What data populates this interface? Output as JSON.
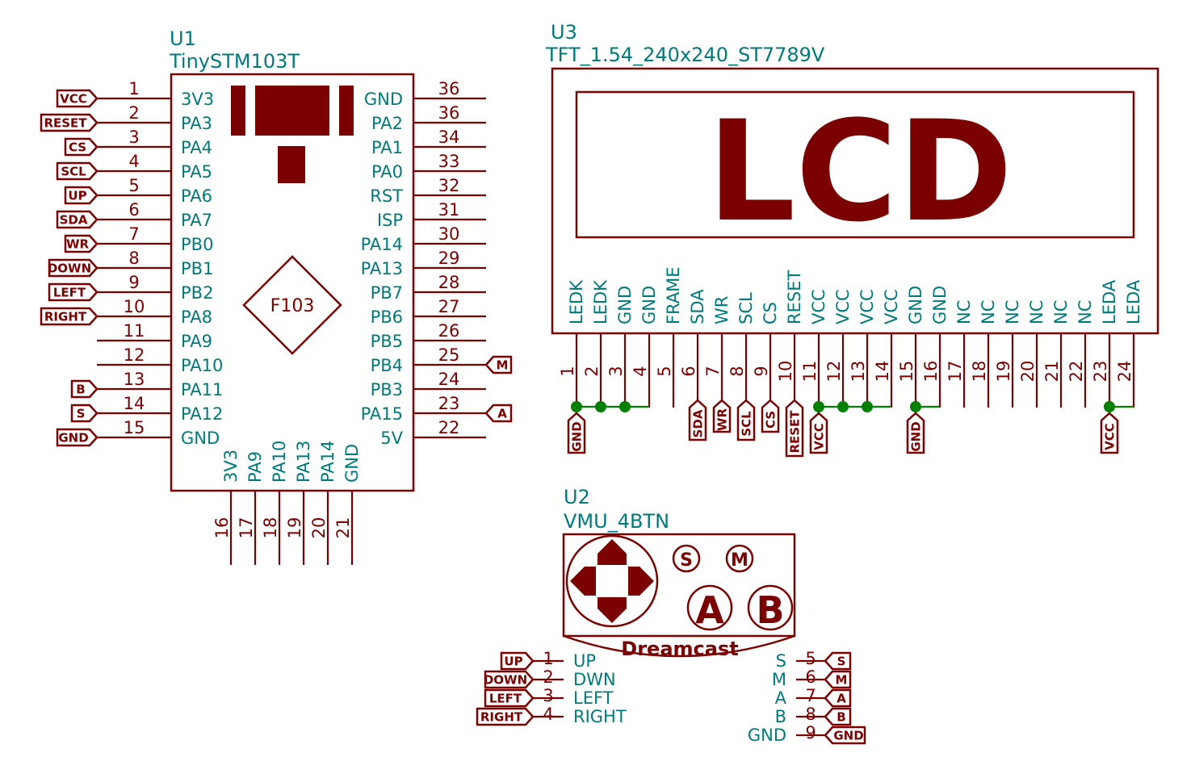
{
  "colors": {
    "body": "#7b0000",
    "pin_name": "#007a7a",
    "wire": "#008000",
    "background": "#ffffff"
  },
  "u1": {
    "ref": "U1",
    "value": "TinySTM103T",
    "chip_label": "F103",
    "left_pins": [
      {
        "num": "1",
        "name": "3V3",
        "net": "VCC"
      },
      {
        "num": "2",
        "name": "PA3",
        "net": "RESET"
      },
      {
        "num": "3",
        "name": "PA4",
        "net": "CS"
      },
      {
        "num": "4",
        "name": "PA5",
        "net": "SCL"
      },
      {
        "num": "5",
        "name": "PA6",
        "net": "UP"
      },
      {
        "num": "6",
        "name": "PA7",
        "net": "SDA"
      },
      {
        "num": "7",
        "name": "PB0",
        "net": "WR"
      },
      {
        "num": "8",
        "name": "PB1",
        "net": "DOWN"
      },
      {
        "num": "9",
        "name": "PB2",
        "net": "LEFT"
      },
      {
        "num": "10",
        "name": "PA8",
        "net": "RIGHT"
      },
      {
        "num": "11",
        "name": "PA9",
        "net": ""
      },
      {
        "num": "12",
        "name": "PA10",
        "net": ""
      },
      {
        "num": "13",
        "name": "PA11",
        "net": "B"
      },
      {
        "num": "14",
        "name": "PA12",
        "net": "S"
      },
      {
        "num": "15",
        "name": "GND",
        "net": "GND"
      }
    ],
    "right_pins": [
      {
        "num": "36",
        "name": "GND",
        "net": ""
      },
      {
        "num": "36",
        "name": "PA2",
        "net": ""
      },
      {
        "num": "34",
        "name": "PA1",
        "net": ""
      },
      {
        "num": "33",
        "name": "PA0",
        "net": ""
      },
      {
        "num": "32",
        "name": "RST",
        "net": ""
      },
      {
        "num": "31",
        "name": "ISP",
        "net": ""
      },
      {
        "num": "30",
        "name": "PA14",
        "net": ""
      },
      {
        "num": "29",
        "name": "PA13",
        "net": ""
      },
      {
        "num": "28",
        "name": "PB7",
        "net": ""
      },
      {
        "num": "27",
        "name": "PB6",
        "net": ""
      },
      {
        "num": "26",
        "name": "PB5",
        "net": ""
      },
      {
        "num": "25",
        "name": "PB4",
        "net": "M"
      },
      {
        "num": "24",
        "name": "PB3",
        "net": ""
      },
      {
        "num": "23",
        "name": "PA15",
        "net": "A"
      },
      {
        "num": "22",
        "name": "5V",
        "net": ""
      }
    ],
    "bottom_pins": [
      {
        "num": "16",
        "name": "3V3"
      },
      {
        "num": "17",
        "name": "PA9"
      },
      {
        "num": "18",
        "name": "PA10"
      },
      {
        "num": "19",
        "name": "PA13"
      },
      {
        "num": "20",
        "name": "PA14"
      },
      {
        "num": "21",
        "name": "GND"
      }
    ]
  },
  "u3": {
    "ref": "U3",
    "value": "TFT_1.54_240x240_ST7789V",
    "screen_text": "LCD",
    "pins": [
      {
        "num": "1",
        "name": "LEDK"
      },
      {
        "num": "2",
        "name": "LEDK"
      },
      {
        "num": "3",
        "name": "GND"
      },
      {
        "num": "4",
        "name": "GND"
      },
      {
        "num": "5",
        "name": "FRAME"
      },
      {
        "num": "6",
        "name": "SDA"
      },
      {
        "num": "7",
        "name": "WR"
      },
      {
        "num": "8",
        "name": "SCL"
      },
      {
        "num": "9",
        "name": "CS"
      },
      {
        "num": "10",
        "name": "RESET"
      },
      {
        "num": "11",
        "name": "VCC"
      },
      {
        "num": "12",
        "name": "VCC"
      },
      {
        "num": "13",
        "name": "VCC"
      },
      {
        "num": "14",
        "name": "VCC"
      },
      {
        "num": "15",
        "name": "GND"
      },
      {
        "num": "16",
        "name": "GND"
      },
      {
        "num": "17",
        "name": "NC"
      },
      {
        "num": "18",
        "name": "NC"
      },
      {
        "num": "19",
        "name": "NC"
      },
      {
        "num": "20",
        "name": "NC"
      },
      {
        "num": "21",
        "name": "NC"
      },
      {
        "num": "22",
        "name": "NC"
      },
      {
        "num": "23",
        "name": "LEDA"
      },
      {
        "num": "24",
        "name": "LEDA"
      }
    ],
    "net_labels": [
      "GND",
      "SDA",
      "WR",
      "SCL",
      "CS",
      "RESET",
      "VCC",
      "GND",
      "VCC"
    ]
  },
  "u2": {
    "ref": "U2",
    "value": "VMU_4BTN",
    "brand": "Dreamcast",
    "btn_s": "S",
    "btn_m": "M",
    "btn_a": "A",
    "btn_b": "B",
    "left_pins": [
      {
        "num": "1",
        "name": "UP",
        "net": "UP"
      },
      {
        "num": "2",
        "name": "DWN",
        "net": "DOWN"
      },
      {
        "num": "3",
        "name": "LEFT",
        "net": "LEFT"
      },
      {
        "num": "4",
        "name": "RIGHT",
        "net": "RIGHT"
      }
    ],
    "right_pins": [
      {
        "num": "5",
        "name": "S",
        "net": "S"
      },
      {
        "num": "6",
        "name": "M",
        "net": "M"
      },
      {
        "num": "7",
        "name": "A",
        "net": "A"
      },
      {
        "num": "8",
        "name": "B",
        "net": "B"
      },
      {
        "num": "9",
        "name": "GND",
        "net": "GND"
      }
    ]
  }
}
